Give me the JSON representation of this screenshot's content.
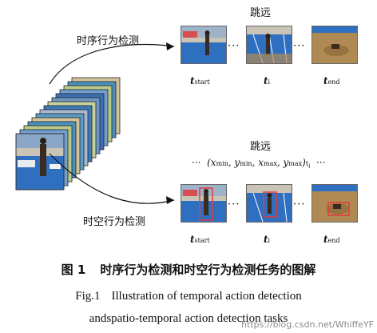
{
  "figure": {
    "branch_temporal": {
      "task_label": "时序行为检测",
      "action_label": "跳远",
      "frames": [
        {
          "var": "t",
          "sub": "start"
        },
        {
          "var": "t",
          "sub": "i"
        },
        {
          "var": "t",
          "sub": "end"
        }
      ],
      "separator": "···"
    },
    "branch_spatiotemporal": {
      "task_label": "时空行为检测",
      "action_label": "跳远",
      "box_formula": {
        "lead": "···",
        "open": "(",
        "xmin": "x",
        "xmin_sub": "min",
        "ymin": "y",
        "ymin_sub": "min",
        "xmax": "x",
        "xmax_sub": "max",
        "ymax": "y",
        "ymax_sub": "max",
        "close": ")",
        "close_sub": "t",
        "close_sub2": "i",
        "trail": "···"
      },
      "frames": [
        {
          "var": "t",
          "sub": "start"
        },
        {
          "var": "t",
          "sub": "i"
        },
        {
          "var": "t",
          "sub": "end"
        }
      ],
      "separator": "···"
    },
    "colors": {
      "track_blue": "#2f6fc0",
      "sand": "#b08a55",
      "detection_box": "#e23b3b",
      "crowd": "#c9c4b6"
    }
  },
  "caption": {
    "zh_number": "图 1",
    "zh_text": "时序行为检测和时空行为检测任务的图解",
    "en_number": "Fig.1",
    "en_line1": "Illustration of temporal action detection",
    "en_line2": "andspatio-temporal action detection tasks"
  },
  "watermark": "https://blog.csdn.net/WhiffeYF"
}
